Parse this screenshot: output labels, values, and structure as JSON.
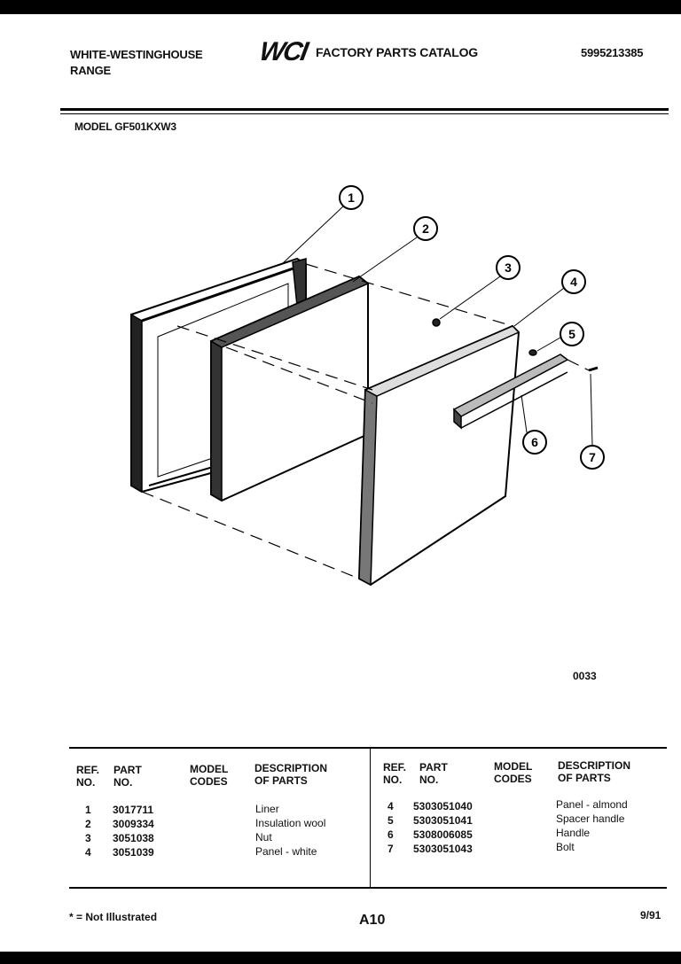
{
  "header": {
    "brand_line1": "WHITE-WESTINGHOUSE",
    "brand_line2": "RANGE",
    "logo": "WCI",
    "catalog_title": "FACTORY PARTS CATALOG",
    "catalog_number": "5995213385",
    "model": "MODEL GF501KXW3"
  },
  "diagram": {
    "callouts": [
      "1",
      "2",
      "3",
      "4",
      "5",
      "6",
      "7"
    ],
    "figure_code": "0033"
  },
  "table": {
    "headers": {
      "ref": [
        "REF.",
        "NO."
      ],
      "part": [
        "PART",
        "NO."
      ],
      "model": [
        "MODEL",
        "CODES"
      ],
      "desc": [
        "DESCRIPTION",
        "OF PARTS"
      ]
    },
    "left_rows": [
      {
        "ref": "1",
        "part": "3017711",
        "codes": "",
        "desc": "Liner"
      },
      {
        "ref": "2",
        "part": "3009334",
        "codes": "",
        "desc": "Insulation wool"
      },
      {
        "ref": "3",
        "part": "3051038",
        "codes": "",
        "desc": "Nut"
      },
      {
        "ref": "4",
        "part": "3051039",
        "codes": "",
        "desc": "Panel - white"
      }
    ],
    "right_rows": [
      {
        "ref": "4",
        "part": "5303051040",
        "codes": "",
        "desc": "Panel - almond"
      },
      {
        "ref": "5",
        "part": "5303051041",
        "codes": "",
        "desc": "Spacer handle"
      },
      {
        "ref": "6",
        "part": "5308006085",
        "codes": "",
        "desc": "Handle"
      },
      {
        "ref": "7",
        "part": "5303051043",
        "codes": "",
        "desc": "Bolt"
      }
    ]
  },
  "footer": {
    "note": "* = Not Illustrated",
    "page": "A10",
    "date": "9/91"
  }
}
